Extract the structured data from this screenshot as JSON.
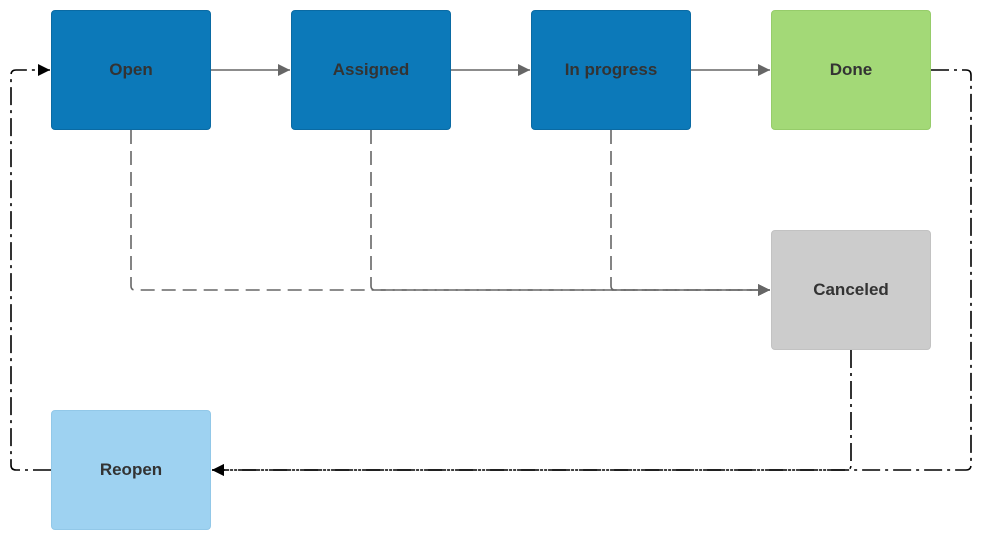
{
  "diagram": {
    "nodes": {
      "open": {
        "label": "Open",
        "color": "#0c79b9",
        "border": "#0a6aa3"
      },
      "assigned": {
        "label": "Assigned",
        "color": "#0c79b9",
        "border": "#0a6aa3"
      },
      "in_progress": {
        "label": "In progress",
        "color": "#0c79b9",
        "border": "#0a6aa3"
      },
      "done": {
        "label": "Done",
        "color": "#a3d977",
        "border": "#96cc6a"
      },
      "canceled": {
        "label": "Canceled",
        "color": "#cccccc",
        "border": "#c2c2c2"
      },
      "reopen": {
        "label": "Reopen",
        "color": "#9ed2f1",
        "border": "#92c8e8"
      }
    },
    "edges": [
      {
        "from": "open",
        "to": "assigned",
        "style": "solid"
      },
      {
        "from": "assigned",
        "to": "in_progress",
        "style": "solid"
      },
      {
        "from": "in_progress",
        "to": "done",
        "style": "solid"
      },
      {
        "from": "open",
        "to": "canceled",
        "style": "dashed"
      },
      {
        "from": "assigned",
        "to": "canceled",
        "style": "dashed"
      },
      {
        "from": "in_progress",
        "to": "canceled",
        "style": "dashed"
      },
      {
        "from": "done",
        "to": "reopen",
        "style": "dash-dot"
      },
      {
        "from": "canceled",
        "to": "reopen",
        "style": "dash-dot"
      },
      {
        "from": "reopen",
        "to": "open",
        "style": "dash-dot"
      }
    ],
    "edge_colors": {
      "solid": "#666666",
      "dashed": "#666666",
      "dash-dot": "#000000"
    }
  }
}
